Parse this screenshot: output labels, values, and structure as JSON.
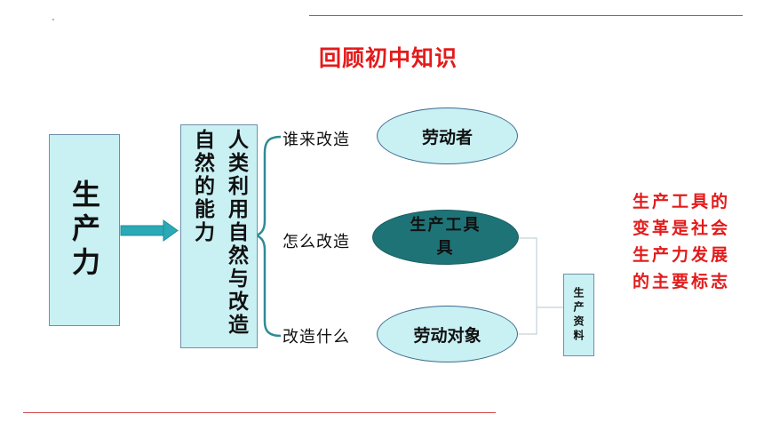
{
  "title": "回顾初中知识",
  "productivity": "生产力",
  "ability": "人类利用自然与改造自然的能力",
  "questions": {
    "who": "谁来改造",
    "how": "怎么改造",
    "what": "改造什么"
  },
  "elements": {
    "laborer": "劳动者",
    "tools_line1": "生产工具",
    "tools_line2": "具",
    "object": "劳动对象"
  },
  "means_of_production": "生产资料",
  "side_note": "生产工具的变革是社会生产力发展的主要标志",
  "colors": {
    "title": "#e31b1b",
    "box_fill": "#c9f0f3",
    "ellipse_dark": "#1e7377",
    "arrow": "#2aa9b6",
    "rule": "#d24a4a"
  }
}
